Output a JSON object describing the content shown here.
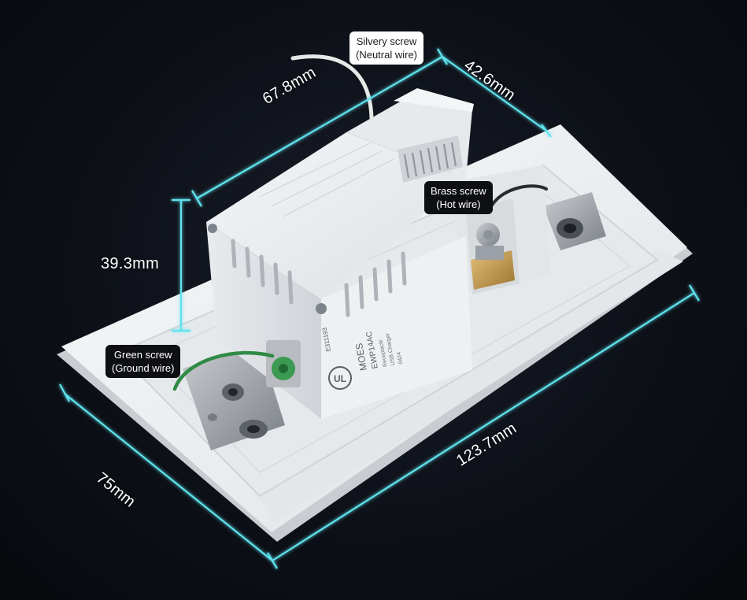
{
  "dimensions": {
    "top_length": "67.8mm",
    "depth": "42.6mm",
    "height": "39.3mm",
    "plate_width": "75mm",
    "plate_length": "123.7mm"
  },
  "callouts": {
    "silvery": {
      "line1": "Silvery screw",
      "line2": "(Neutral wire)"
    },
    "brass": {
      "line1": "Brass screw",
      "line2": "(Hot wire)"
    },
    "green": {
      "line1": "Green screw",
      "line2": "(Ground wire)"
    }
  },
  "product_marks": {
    "brand": "MOES",
    "model": "EWP14AC",
    "certification": "UL",
    "file_no": "E311193",
    "type_line": "Receptacle",
    "rating_line": "USB Charger",
    "date_code": "0424"
  },
  "colors": {
    "dimension_line": "#5fe3ee",
    "background": "#0d1017",
    "plate": "#f2f3f4",
    "housing": "#eceef0",
    "brass": "#c69a45",
    "ground_wire": "#2f8a45",
    "neutral_wire": "#e8e8e8",
    "hot_wire": "#2a2a2a"
  }
}
